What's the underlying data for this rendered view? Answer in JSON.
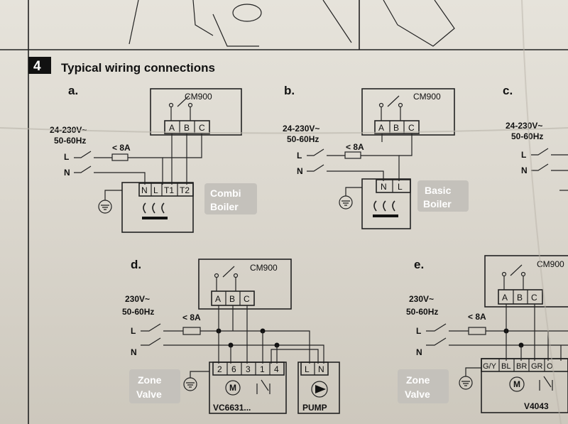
{
  "section": {
    "number": "4",
    "title": "Typical wiring connections"
  },
  "diagrams": {
    "a": {
      "letter": "a.",
      "controller": "CM900",
      "terminals": [
        "A",
        "B",
        "C"
      ],
      "supply": "24-230V~",
      "frequency": "50-60Hz",
      "fuse": "< 8A",
      "live": "L",
      "neutral": "N",
      "boiler_terminals": [
        "N",
        "L",
        "T1",
        "T2"
      ],
      "device_label_1": "Combi",
      "device_label_2": "Boiler"
    },
    "b": {
      "letter": "b.",
      "controller": "CM900",
      "terminals": [
        "A",
        "B",
        "C"
      ],
      "supply": "24-230V~",
      "frequency": "50-60Hz",
      "fuse": "< 8A",
      "live": "L",
      "neutral": "N",
      "boiler_terminals": [
        "N",
        "L"
      ],
      "device_label_1": "Basic",
      "device_label_2": "Boiler"
    },
    "c": {
      "letter": "c.",
      "supply": "24-230V~",
      "frequency": "50-60Hz",
      "live": "L",
      "neutral": "N"
    },
    "d": {
      "letter": "d.",
      "controller": "CM900",
      "terminals": [
        "A",
        "B",
        "C"
      ],
      "supply": "230V~",
      "frequency": "50-60Hz",
      "fuse": "< 8A",
      "live": "L",
      "neutral": "N",
      "valve_terminals": [
        "2",
        "6",
        "3",
        "1",
        "4"
      ],
      "valve_model": "VC6631...",
      "pump_terminals": [
        "L",
        "N"
      ],
      "pump_label": "PUMP",
      "motor": "M",
      "device_label_1": "Zone",
      "device_label_2": "Valve"
    },
    "e": {
      "letter": "e.",
      "controller": "CM900",
      "terminals": [
        "A",
        "B",
        "C"
      ],
      "supply": "230V~",
      "frequency": "50-60Hz",
      "fuse": "< 8A",
      "live": "L",
      "neutral": "N",
      "valve_terminals": [
        "G/Y",
        "BL",
        "BR",
        "GR",
        "O"
      ],
      "valve_model": "V4043",
      "motor": "M",
      "device_label_1": "Zone",
      "device_label_2": "Valve"
    }
  }
}
